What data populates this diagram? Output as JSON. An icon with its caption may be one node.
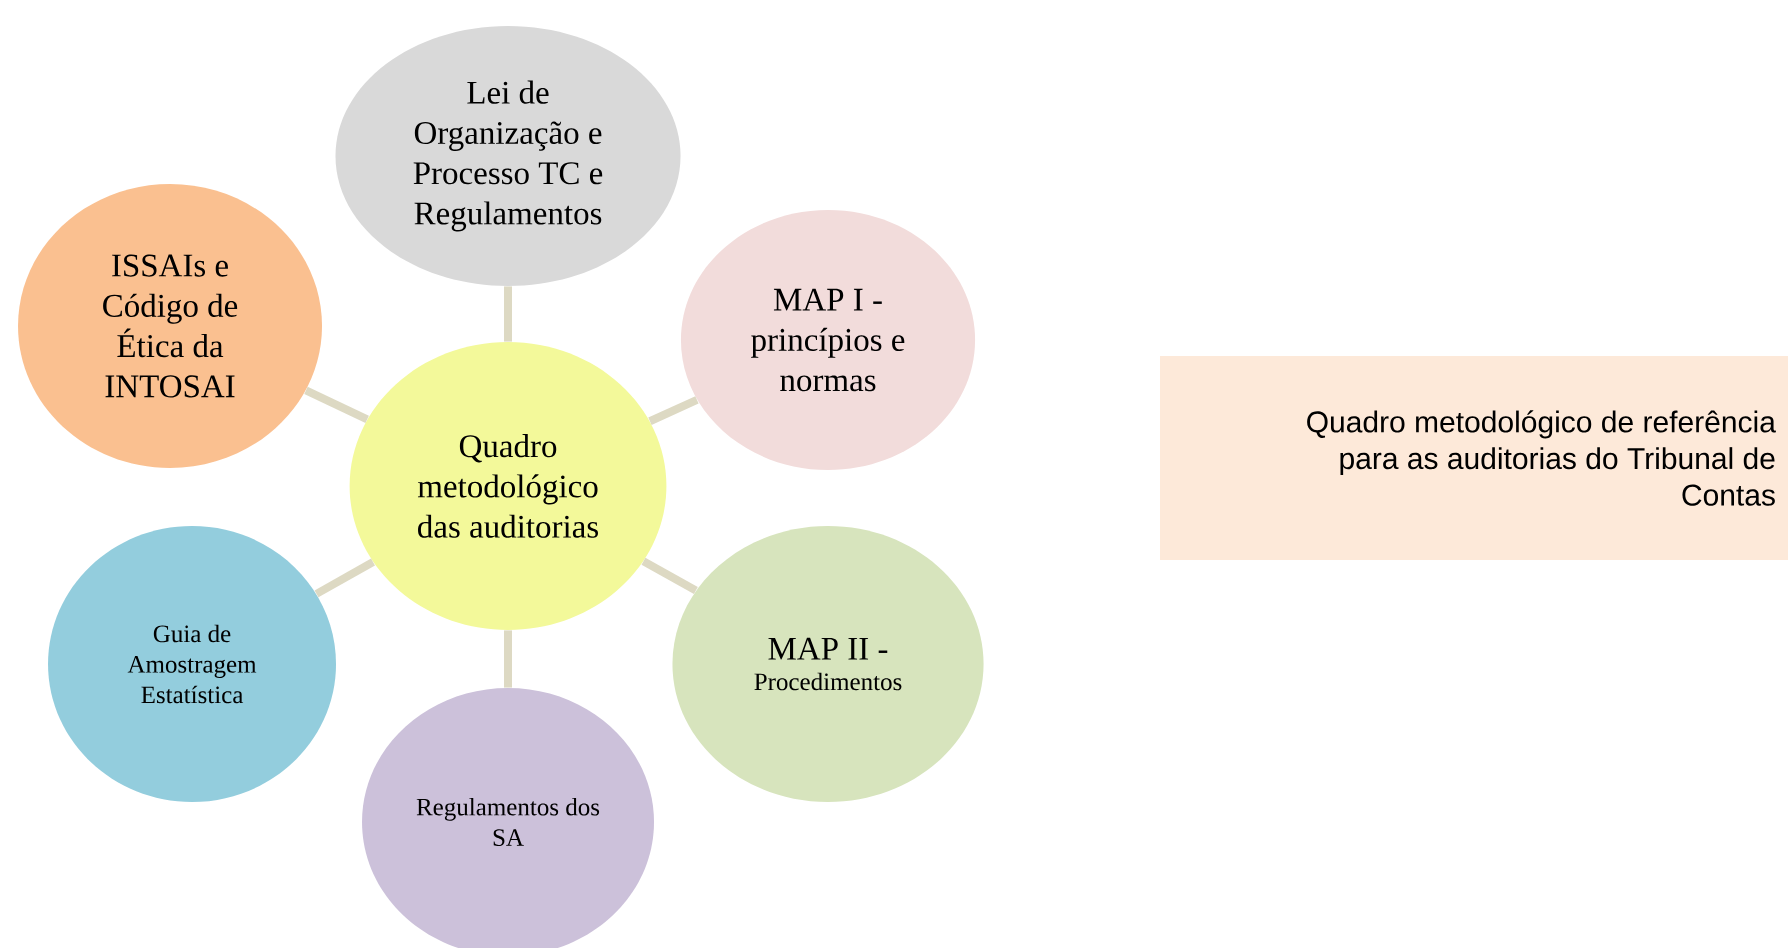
{
  "diagram": {
    "nodes": [
      {
        "text": [
          "Quadro metodológico das auditorias"
        ]
      },
      {
        "text": [
          "Lei de Organização e Processo TC e Regulamentos"
        ]
      },
      {
        "text": [
          "MAP I - princípios e normas"
        ]
      },
      {
        "text": [
          "MAP II -",
          "Procedimentos"
        ]
      },
      {
        "text": [
          "Regulamentos dos SA"
        ]
      },
      {
        "text": [
          "Guia de Amostragem Estatística"
        ]
      },
      {
        "text": [
          "ISSAIs e Código de Ética da INTOSAI"
        ]
      },
      {
        "text": [
          "Quadro metodológico de referência para as auditorias do Tribunal de Contas"
        ]
      }
    ],
    "edges": [
      {
        "from": 0,
        "to": 1,
        "arrow": "none"
      },
      {
        "from": 0,
        "to": 2,
        "arrow": "none"
      },
      {
        "from": 0,
        "to": 3,
        "arrow": "none"
      },
      {
        "from": 0,
        "to": 4,
        "arrow": "none"
      },
      {
        "from": 0,
        "to": 5,
        "arrow": "none"
      },
      {
        "from": 0,
        "to": 6,
        "arrow": "none"
      }
    ]
  }
}
